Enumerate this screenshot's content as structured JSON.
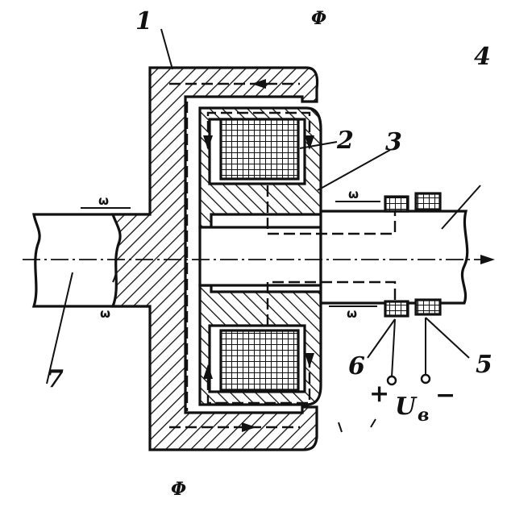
{
  "diagram": {
    "labels": {
      "housing": "1",
      "coil": "2",
      "armature": "3",
      "driven_shaft": "4",
      "ring_pair_a": "5",
      "ring_pair_b": "6",
      "driving_shaft": "7",
      "flux_top": "Φ",
      "flux_bottom": "Φ",
      "omega_top_left": "ω",
      "omega_bottom_left": "ω",
      "omega_top_right": "ω",
      "omega_bottom_right": "ω",
      "plus": "+",
      "minus": "−",
      "voltage": "U",
      "voltage_sub": "в"
    },
    "colors": {
      "ink": "#111111",
      "paper": "#ffffff"
    }
  }
}
